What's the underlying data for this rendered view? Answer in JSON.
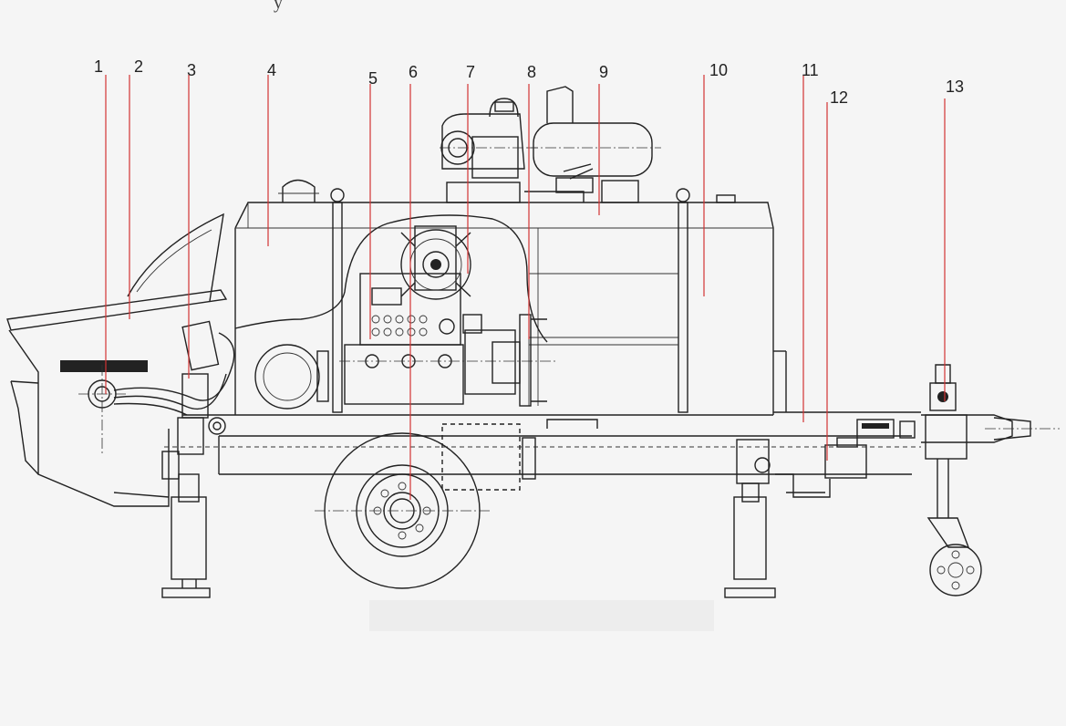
{
  "header_fragment": "y",
  "callouts": [
    "1",
    "2",
    "3",
    "4",
    "5",
    "6",
    "7",
    "8",
    "9",
    "10",
    "11",
    "12",
    "13"
  ],
  "colors": {
    "leader": "#d23232",
    "line": "#222222",
    "background": "#f5f5f5"
  }
}
